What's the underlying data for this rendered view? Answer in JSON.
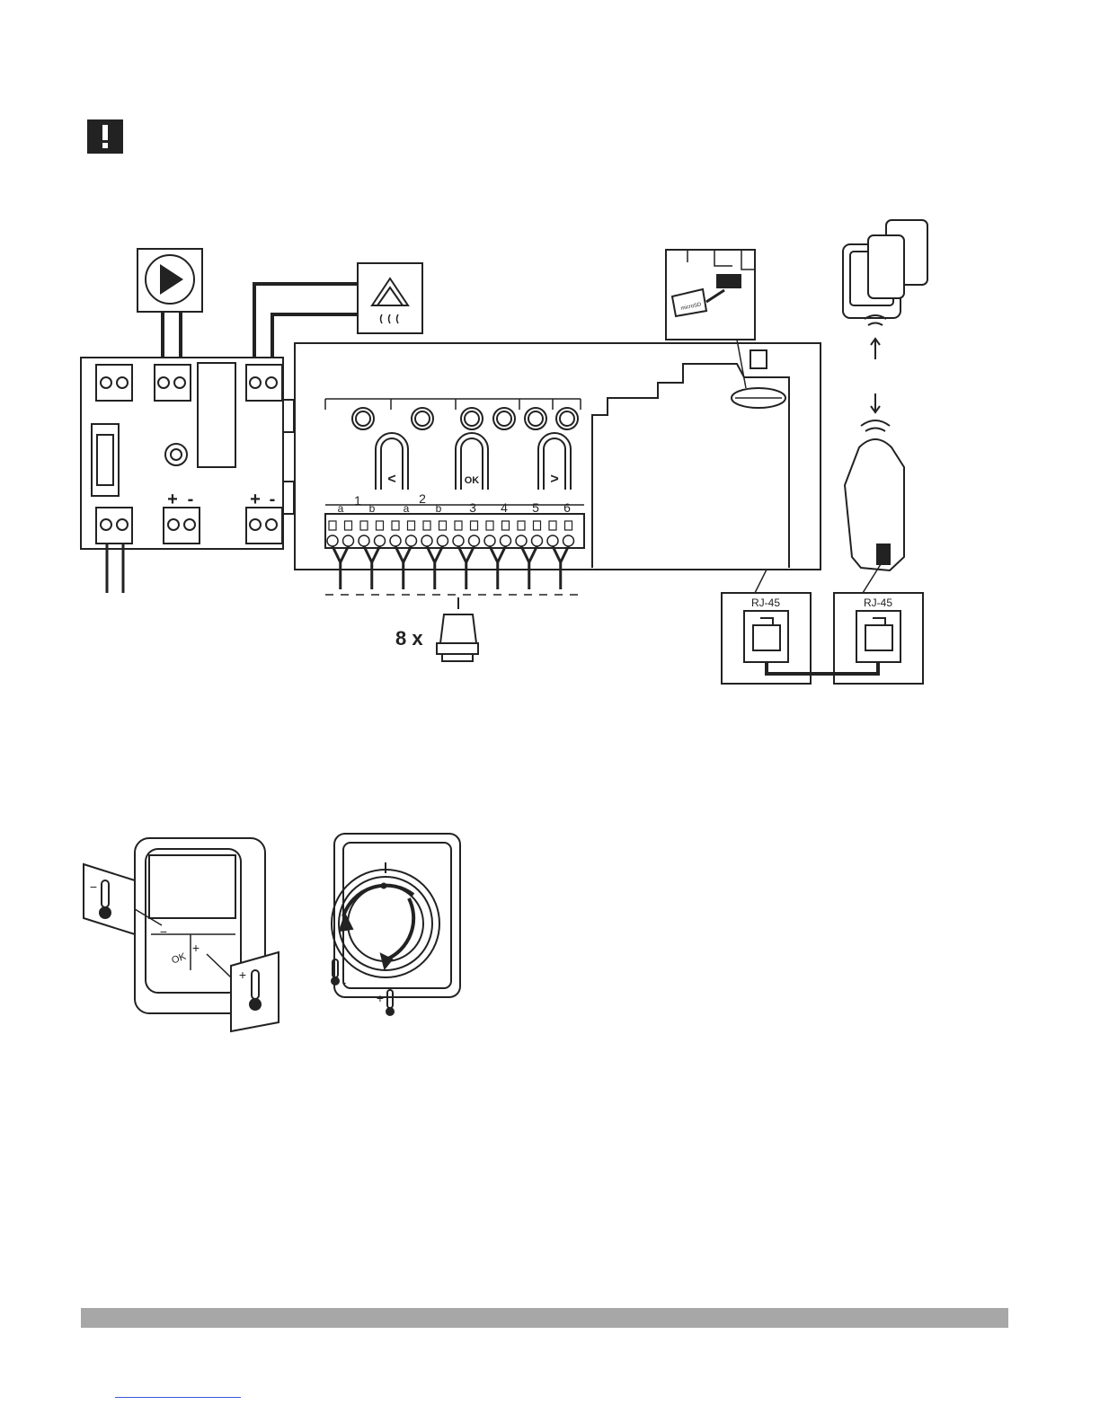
{
  "warning_icon": "exclamation-icon",
  "terminal_group_labels": {
    "g1": "1",
    "g1a": "a",
    "g1b": "b",
    "g2": "2",
    "g2a": "a",
    "g2b": "b",
    "g3": "3",
    "g4": "4",
    "g5": "5",
    "g6": "6"
  },
  "buttons": {
    "left": "<",
    "ok": "OK",
    "right": ">"
  },
  "power_polarity": {
    "plus": "+",
    "minus": "-"
  },
  "actuator_count": "8 x",
  "rj45_left": "RJ-45",
  "rj45_right": "RJ-45",
  "sdcard_label": "microSD",
  "thermostat_digital": {
    "minus": "−",
    "ok": "OK",
    "plus": "+"
  },
  "thermostat_dial": {
    "minus": "-",
    "plus": "+"
  },
  "colors": {
    "line": "#222222",
    "footer_bar": "#a7a7a7",
    "link": "#3b5bd6"
  }
}
